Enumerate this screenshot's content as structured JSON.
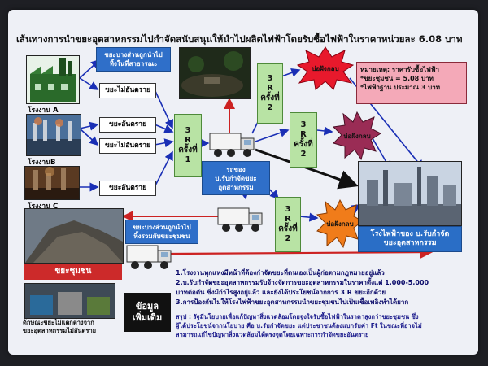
{
  "title": "เส้นทางการนำขยะอุตสาหกรรมไปกำจัดสนับสนุนให้นำไปผลิตไฟฟ้าโดยรับซื้อไฟฟ้าในราคาหน่วยละ  6.08 บาท",
  "factories": [
    {
      "label": "โรงงาน A"
    },
    {
      "label": "โรงงานB"
    },
    {
      "label": "โรงงาน C"
    }
  ],
  "waste_boxes": [
    "ขยะไม่อันตราย",
    "ขยะอันตราย",
    "ขยะไม่อันตราย",
    "ขยะอันตราย"
  ],
  "r3_label": "3\nR\nครั้งที่",
  "r3_boxes": [
    "1",
    "2",
    "2",
    "2"
  ],
  "top_blue_box": "ขยะบางส่วนถูกนำไป\nทิ้งในที่สาธารณะ",
  "truck_label": "รถของ\nบ.รับกำจัดขยะ\nอุตสาหกรรม",
  "burst_labels": [
    "บ่อฝังกลบ",
    "บ่อฝังกลบ",
    "บ่อฝังกลบ"
  ],
  "note_box": {
    "line1": "หมายเหตุ: ราคารับซื้อไฟฟ้า",
    "line2": "*ขยะชุมชน = 5.08 บาท",
    "line3": "*ไฟฟ้าฐาน  ประมาณ 3  บาท"
  },
  "plant_label": "โรงไฟฟ้าของ บ.รับกำจัด\nขยะอุตสาหกรรม",
  "community_blue": "ขยะบางส่วนถูกนำไป\nทิ้งรวมกับขยะชุมชน",
  "community_label": "ขยะชุมชน",
  "bottom_left_caption": "ด้กษณะขยะไม่แตกต่างจาก\nขยะอุตสาหกรรมไม่อันตราย",
  "more_info": "ข้อมูล\nเพิ่มเติม",
  "notes": [
    "1.โรงงานทุกแห่งมีหน้าที่ต้องกำจัดขยะที่ตนเองเป็นผู้ก่อตามกฎหมายอยู่แล้ว",
    "2.บ.รับกำจัดขยะอุตสาหกรรมรับจ้างจัดการขยะอุตสาหกรรมในราคาตั้งแต่ 1,000-5,000",
    "บาทต่อตัน ซึ่งมีกำไรสูงอยู่แล้ว และยังได้ประโยชน์จากการ 3 R ขยะอีกด้วย",
    "3.การป้องกันไม่ให้โรงไฟฟ้าขยะอุตสาหกรรมนำขยะชุมชนไปเป็นเชื้อเพลิงทำได้ยาก"
  ],
  "summary": [
    "สรุป : รัฐมีนโยบายเพื่อแก้ปัญหาสิ่งแวดล้อมโดยจูงใจรับซื้อไฟฟ้าในราคาสูงกว่าขยะชุมชน ซึ่ง",
    "ผู้ได้ประโยชน์จากนโยบาย คือ บ.รับกำจัดขยะ แต่ประชาชนต้องแบกรับค่า Ft ในขณะที่อาจไม่",
    "สามารถแก้ไขปัญหาสิ่งแวดล้อมได้ตรงจุดโดยเฉพาะการกำจัดขยะอันตราย"
  ],
  "colors": {
    "arrow_blue": "#1a2fb5",
    "arrow_red": "#cc2222",
    "r3_green": "#b8e3a4",
    "burst_red": "#e8192c",
    "burst_maroon": "#9a2c55",
    "burst_orange": "#f07c1a"
  }
}
